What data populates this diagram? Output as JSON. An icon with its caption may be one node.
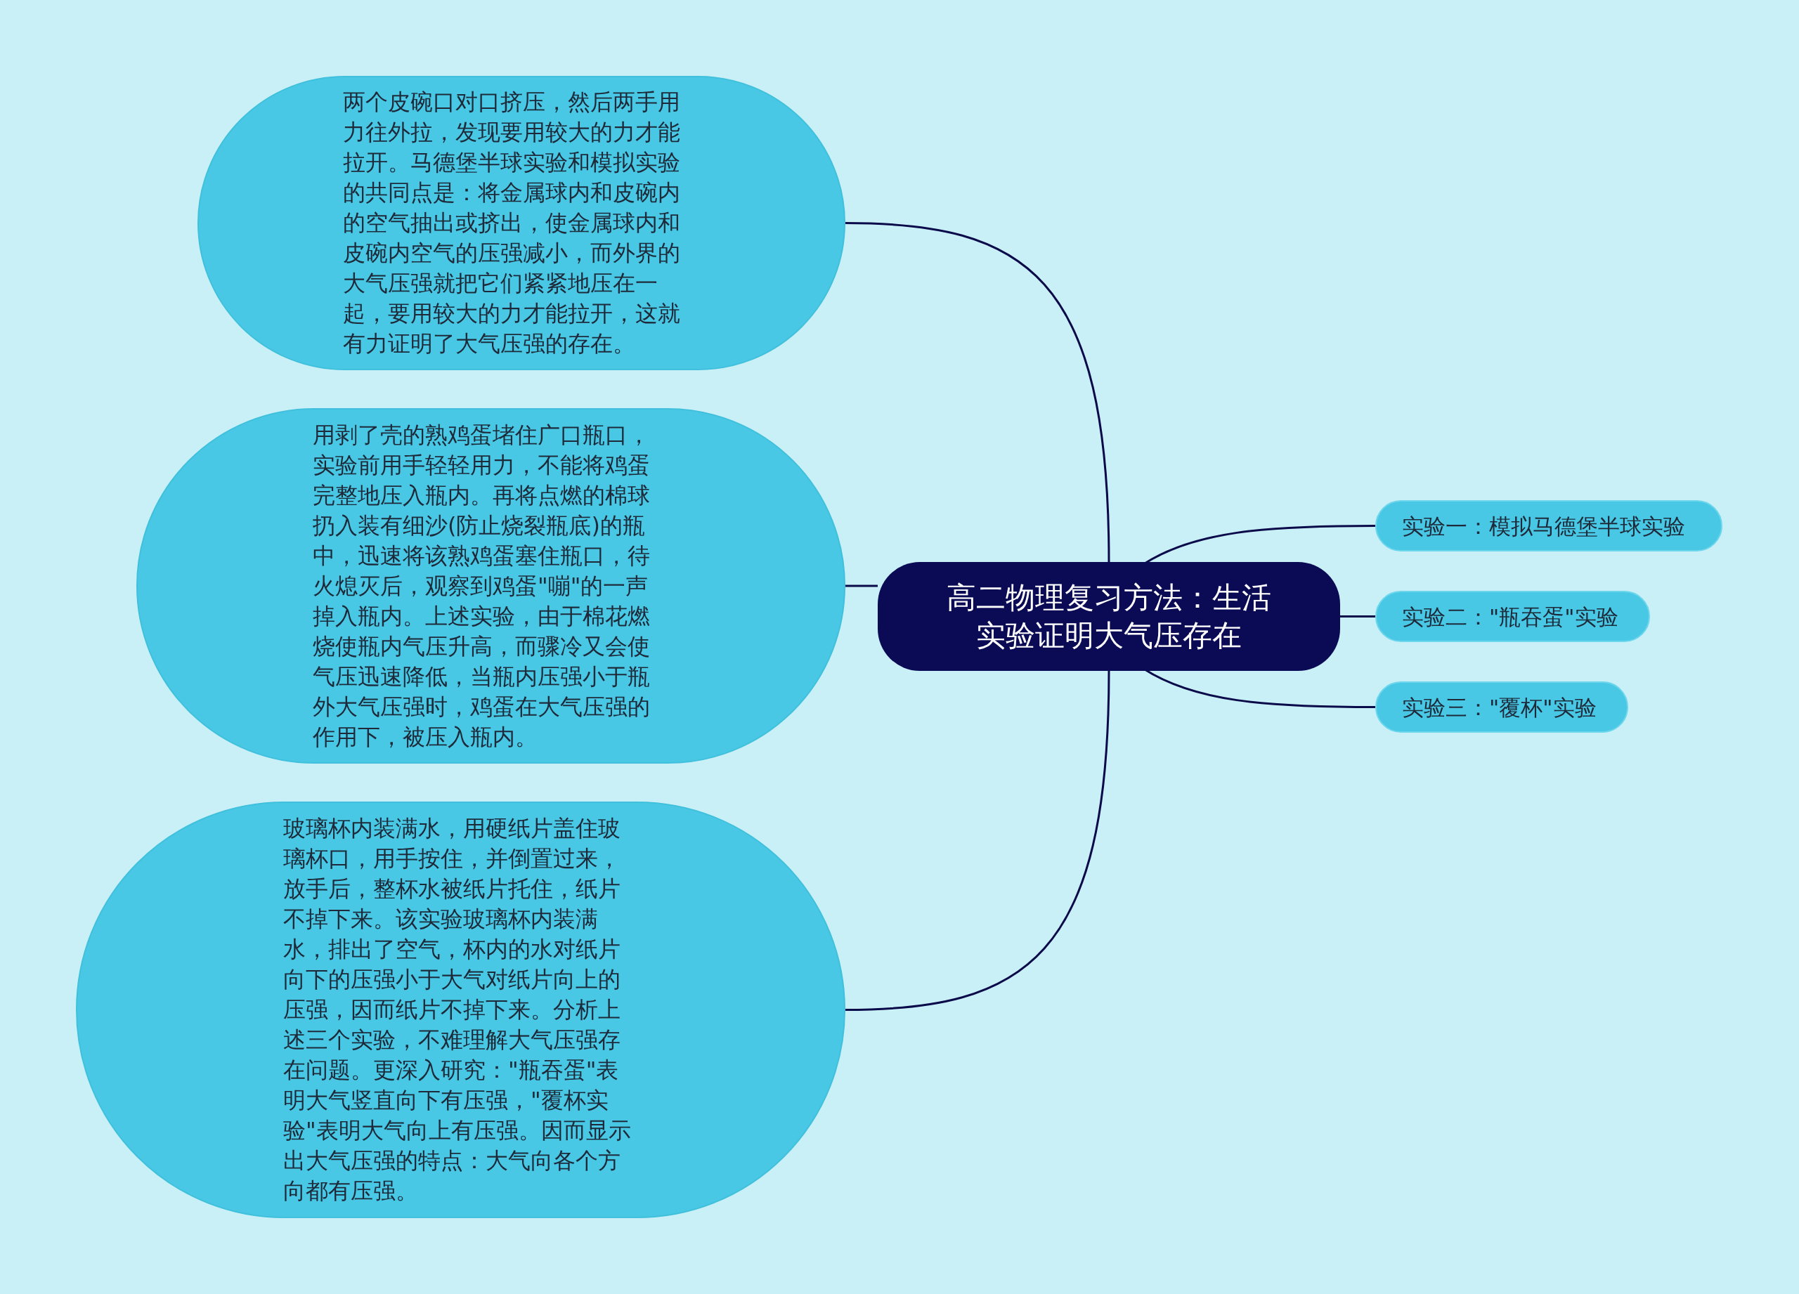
{
  "diagram": {
    "nodes": [
      {
        "text": [
          "高二物理复习方法：生活实验证明大气压存在"
        ]
      },
      {
        "text": [
          "两个皮碗口对口挤压，然后两手用力往外拉，发现要用较大的力才能拉开。马德堡半球实验和模拟实验的共同点是：将金属球内和皮碗内的空气抽出或挤出，使金属球内和皮碗内空气的压强减小，而外界的大气压强就把它们紧紧地压在一起，要用较大的力才能拉开，这就有力证明了大气压强的存在。"
        ]
      },
      {
        "text": [
          "用剥了壳的熟鸡蛋堵住广口瓶口，实验前用手轻轻用力，不能将鸡蛋完整地压入瓶内。再将点燃的棉球扔入装有细沙(防止烧裂瓶底)的瓶中，迅速将该熟鸡蛋塞住瓶口，待火熄灭后，观察到鸡蛋\"嘣\"的一声掉入瓶内。上述实验，由于棉花燃烧使瓶内气压升高，而骤冷又会使气压迅速降低，当瓶内压强小于瓶外大气压强时，鸡蛋在大气压强的作用下，被压入瓶内。"
        ]
      },
      {
        "text": [
          "玻璃杯内装满水，用硬纸片盖住玻璃杯口，用手按住，并倒置过来，放手后，整杯水被纸片托住，纸片不掉下来。该实验玻璃杯内装满水，排出了空气，杯内的水对纸片向下的压强小于大气对纸片向上的压强，因而纸片不掉下来。分析上述三个实验，不难理解大气压强存在问题。更深入研究：\"瓶吞蛋\"表明大气竖直向下有压强，\"覆杯实验\"表明大气向上有压强。因而显示出大气压强的特点：大气向各个方向都有压强。"
        ]
      },
      {
        "text": [
          "实验一：模拟马德堡半球实验"
        ]
      },
      {
        "text": [
          "实验二：\"瓶吞蛋\"实验"
        ]
      },
      {
        "text": [
          "实验三：\"覆杯\"实验"
        ]
      }
    ],
    "edges": [
      {
        "from": 0,
        "to": 1,
        "arrow": "none"
      },
      {
        "from": 0,
        "to": 2,
        "arrow": "none"
      },
      {
        "from": 0,
        "to": 3,
        "arrow": "none"
      },
      {
        "from": 0,
        "to": 4,
        "arrow": "none"
      },
      {
        "from": 0,
        "to": 5,
        "arrow": "none"
      },
      {
        "from": 0,
        "to": 6,
        "arrow": "none"
      }
    ]
  }
}
